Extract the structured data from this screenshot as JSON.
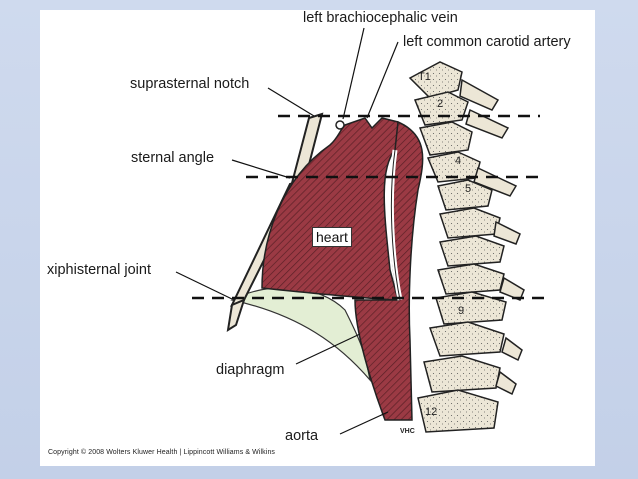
{
  "labels": {
    "brachiocephalic": "left brachiocephalic vein",
    "carotid": "left common carotid artery",
    "suprasternal": "suprasternal notch",
    "sternal_angle": "sternal angle",
    "xiphisternal": "xiphisternal joint",
    "diaphragm": "diaphragm",
    "aorta": "aorta",
    "heart": "heart"
  },
  "vertebrae": {
    "t1": "T1",
    "t2": "2",
    "t4": "4",
    "t5": "5",
    "t9": "9",
    "t12": "12"
  },
  "signature": "VHC",
  "copyright": "Copyright © 2008 Wolters Kluwer Health | Lippincott Williams & Wilkins",
  "colors": {
    "slide_bg": "#c9d5ea",
    "heart": "#9b3a44",
    "bone": "#ece6d6",
    "diaphragm": "#e3eed4"
  }
}
